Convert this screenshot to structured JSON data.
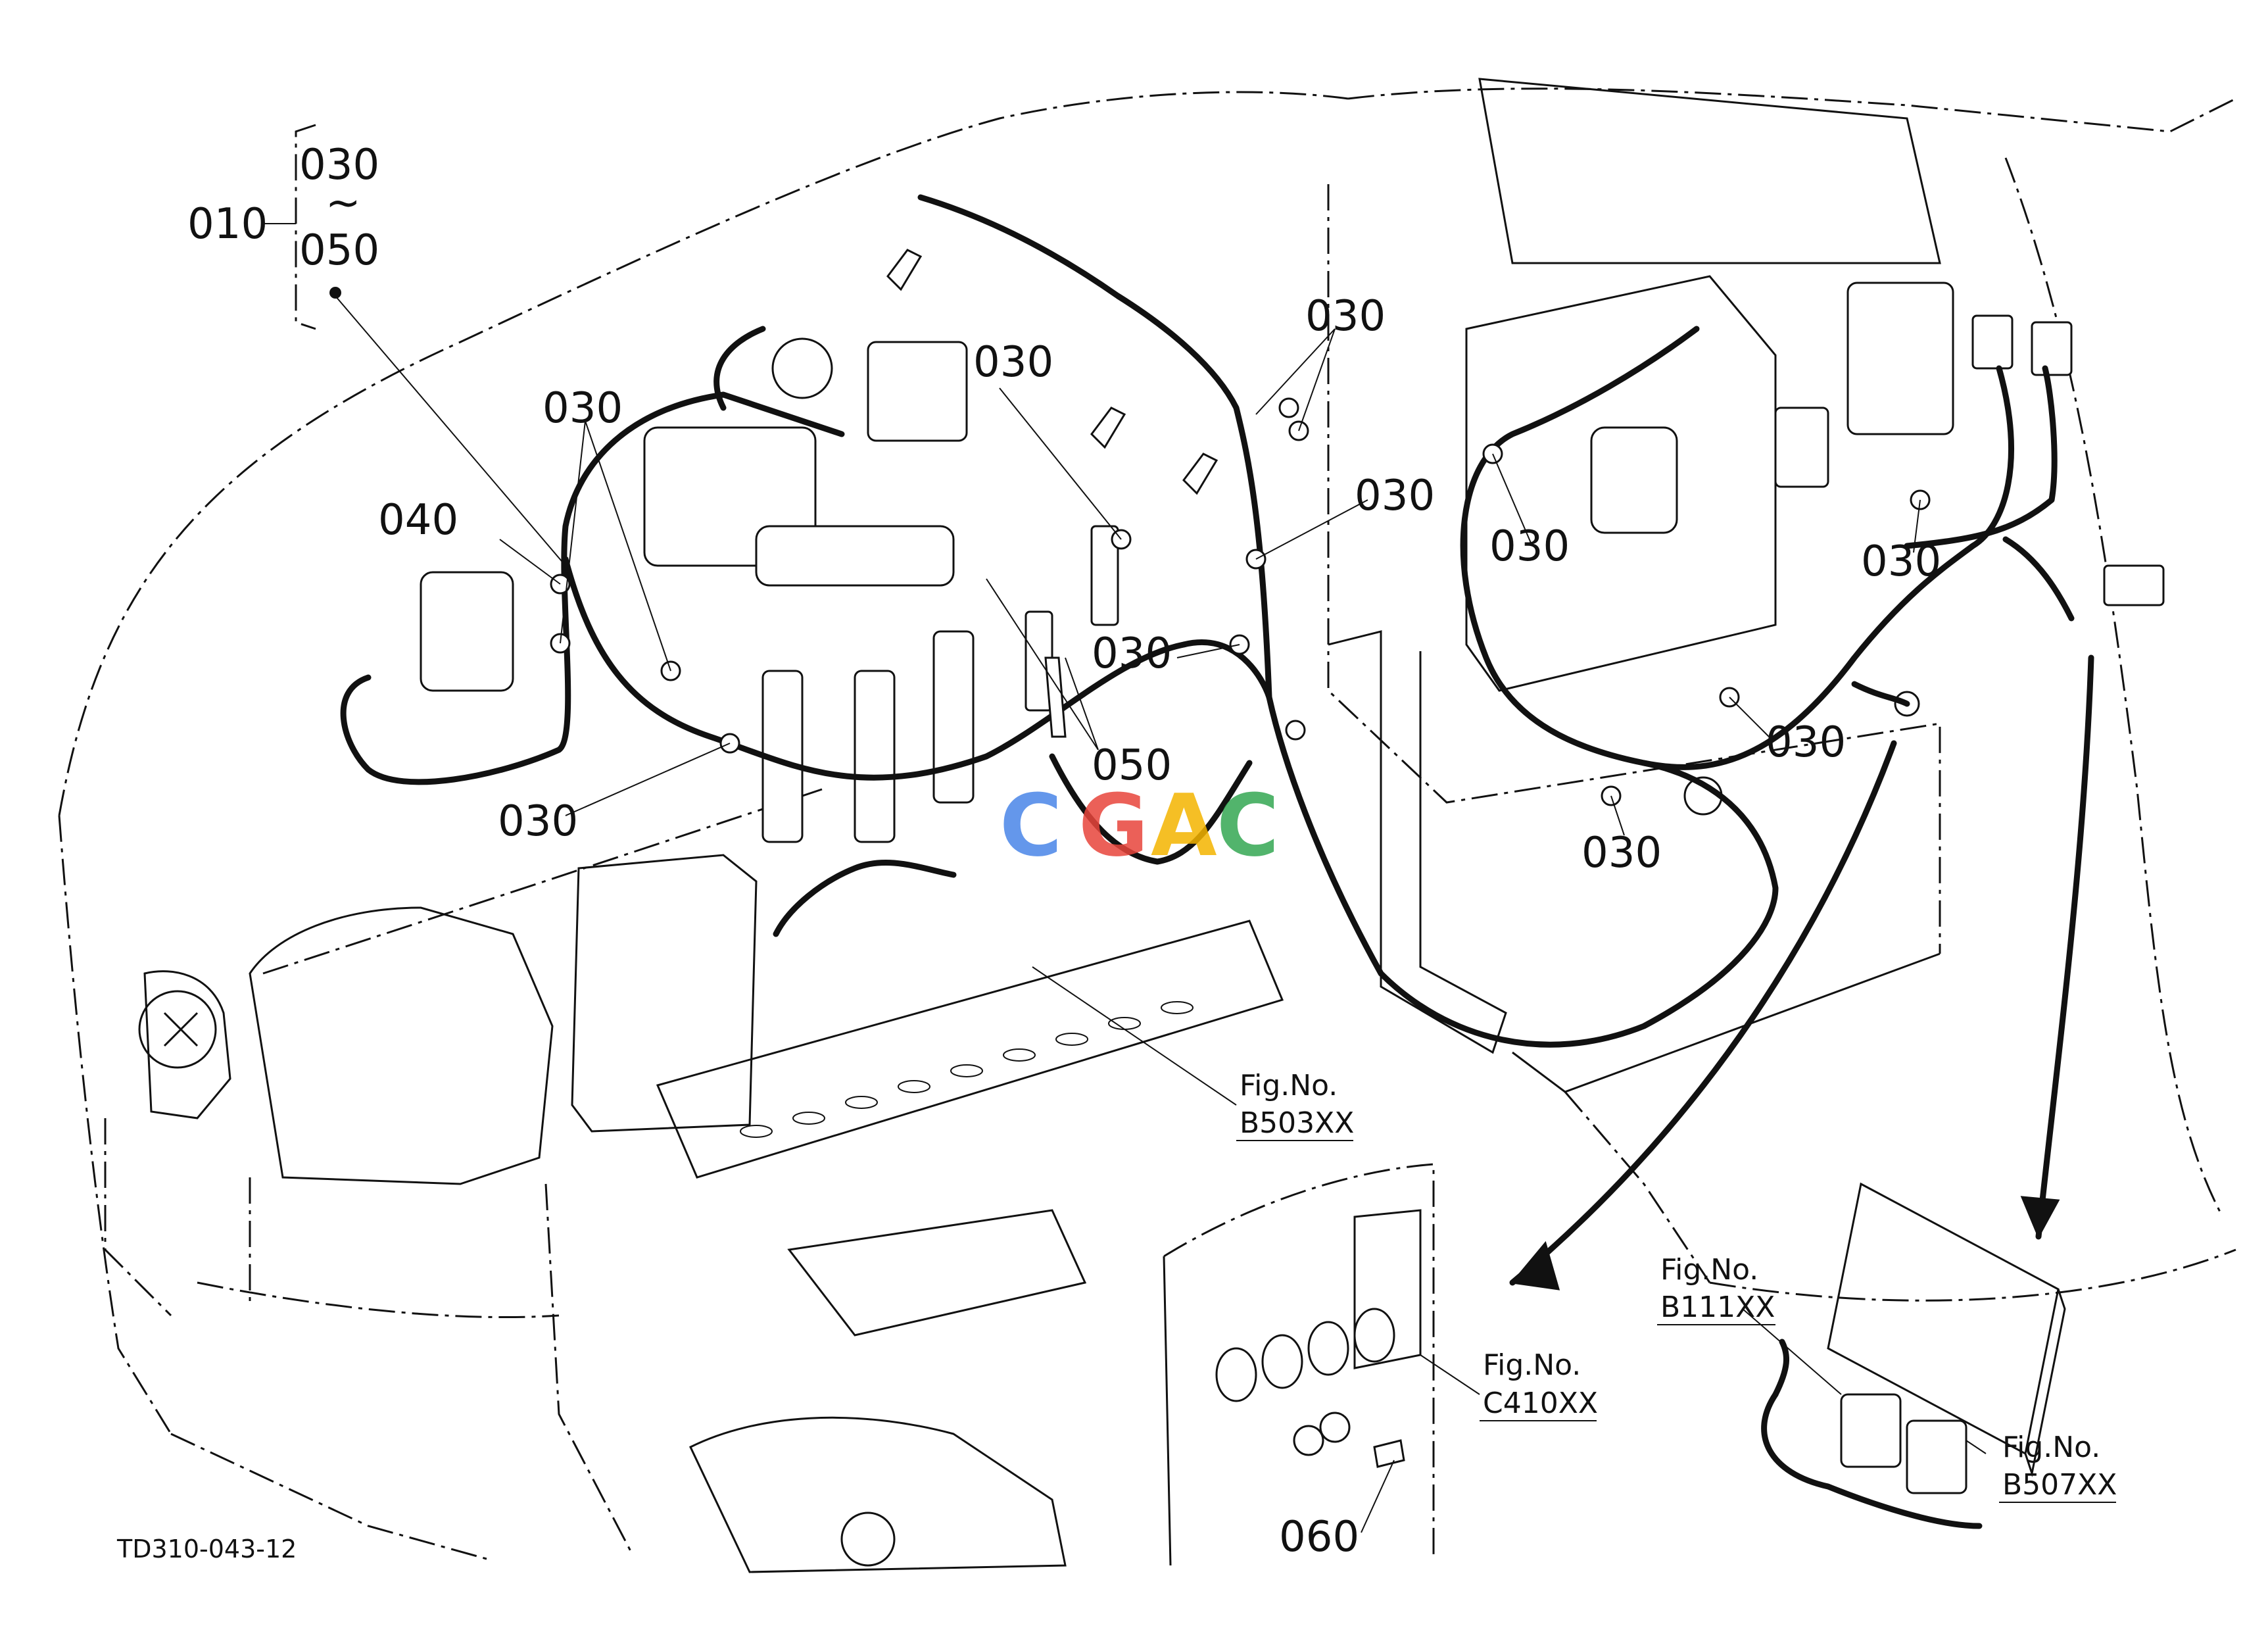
{
  "diagram": {
    "part_code": "TD310-043-12",
    "group_label": "010",
    "range_start": "030",
    "range_tilde": "~",
    "range_end": "050",
    "callouts": {
      "c040": "040",
      "c030_a": "030",
      "c030_b": "030",
      "c030_c": "030",
      "c030_d": "030",
      "c030_e": "030",
      "c030_f": "030",
      "c030_g": "030",
      "c030_h": "030",
      "c030_i": "030",
      "c030_j": "030",
      "c050": "050",
      "c060": "060"
    },
    "figure_refs": {
      "b503_label": "Fig.No.",
      "b503_code": "B503XX",
      "c410_label": "Fig.No.",
      "c410_code": "C410XX",
      "b111_label": "Fig.No.",
      "b111_code": "B111XX",
      "b507_label": "Fig.No.",
      "b507_code": "B507XX"
    },
    "watermark": {
      "letters": [
        "C",
        "G",
        "A",
        "C"
      ],
      "colors": [
        "#4a86e8",
        "#e8453c",
        "#f4b400",
        "#34a853"
      ]
    }
  }
}
